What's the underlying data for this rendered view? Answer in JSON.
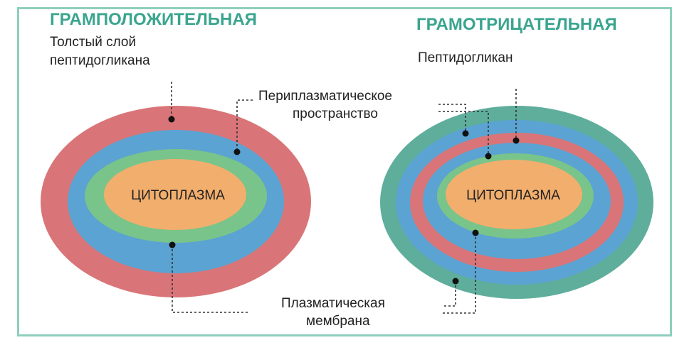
{
  "titles": {
    "gram_positive": "ГРАМПОЛОЖИТЕЛЬНАЯ",
    "gram_negative": "ГРАМОТРИЦАТЕЛЬНАЯ"
  },
  "labels": {
    "thick_layer_line1": "Толстый слой",
    "thick_layer_line2": "пептидогликана",
    "peptidoglycan": "Пептидогликан",
    "periplasmic_line1": "Периплазматическое",
    "periplasmic_line2": "пространство",
    "membrane_line1": "Плазматическая",
    "membrane_line2": "мембрана"
  },
  "cells": {
    "positive_core": "ЦИТОПЛАЗМА",
    "negative_core": "ЦИТОПЛАЗМА"
  },
  "colors": {
    "frame": "#8ecfbd",
    "title": "#3aa58f",
    "peptidoglycan": "#d97578",
    "periplasm": "#5aa3d2",
    "membrane": "#79c48a",
    "outer_membrane": "#5fae9c",
    "cytoplasm": "#f2ae6d"
  }
}
